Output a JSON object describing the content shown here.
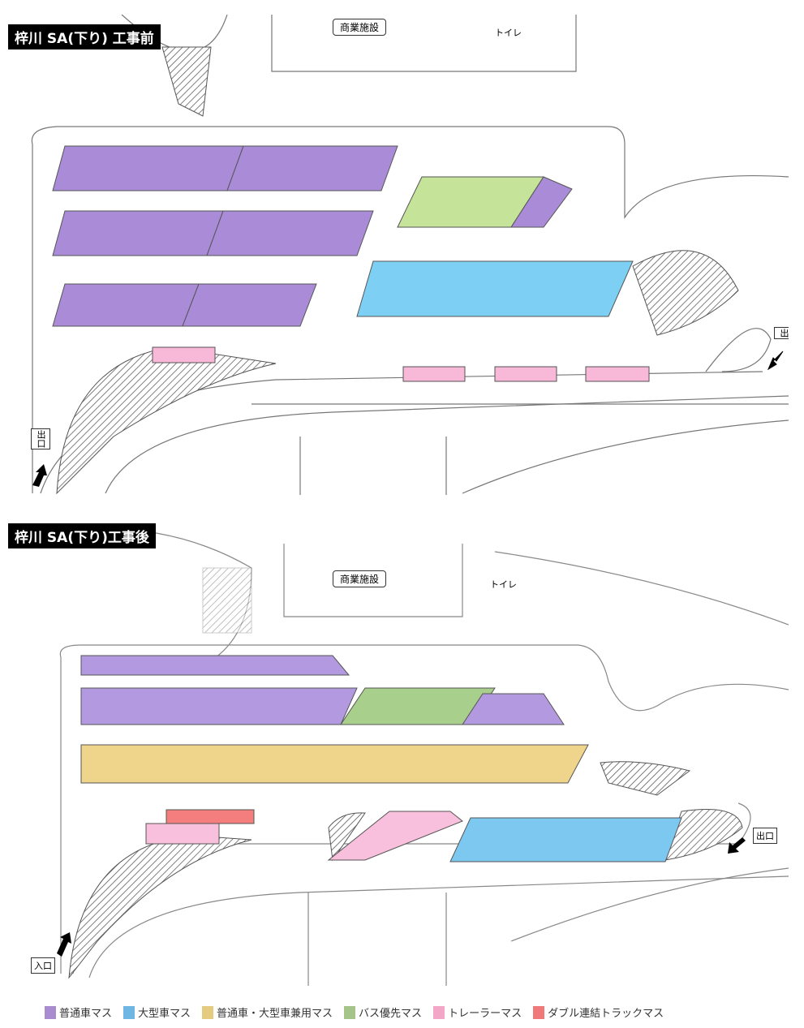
{
  "before": {
    "title": "梓川 SA(下り) 工事前",
    "commercial": "商業施設",
    "toilet": "トイレ",
    "exit_left": "出口",
    "exit_right": "出"
  },
  "after": {
    "title": "梓川 SA(下り)工事後",
    "commercial": "商業施設",
    "toilet": "トイレ",
    "exit": "出口",
    "entrance": "入口"
  },
  "legend": [
    {
      "label": "普通車マス",
      "color": "#a98bd0"
    },
    {
      "label": "大型車マス",
      "color": "#6fb6e3"
    },
    {
      "label": "普通車・大型車兼用マス",
      "color": "#e5cb80"
    },
    {
      "label": "バス優先マス",
      "color": "#a4c48a"
    },
    {
      "label": "トレーラーマス",
      "color": "#f4a6c8"
    },
    {
      "label": "ダブル連結トラックマス",
      "color": "#f07a7a"
    }
  ]
}
